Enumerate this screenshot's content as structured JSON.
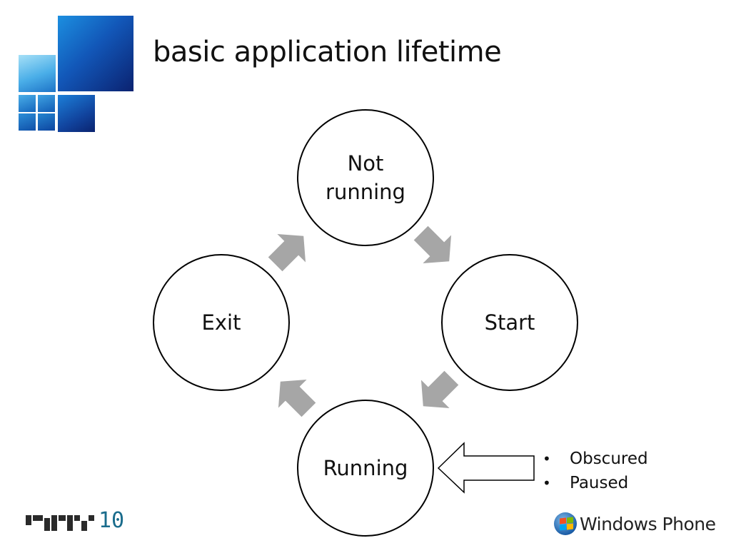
{
  "slide": {
    "title": "basic application lifetime"
  },
  "diagram": {
    "nodes": [
      {
        "id": "not-running",
        "label_line1": "Not",
        "label_line2": "running"
      },
      {
        "id": "start",
        "label": "Start"
      },
      {
        "id": "running",
        "label": "Running"
      },
      {
        "id": "exit",
        "label": "Exit"
      }
    ],
    "running_states": [
      "Obscured",
      "Paused"
    ]
  },
  "footer": {
    "event_logo_text": "10",
    "platform_logo_text": "Windows Phone"
  },
  "colors": {
    "tile_dark": "#0b2a7a",
    "tile_mid": "#1b6cc7",
    "tile_light": "#5cb8ea",
    "arrow_gray": "#a6a6a6",
    "mix_accent": "#1a6c8c"
  },
  "icons": {
    "header": "blue-tiles-logo-icon",
    "event": "mix10-logo-icon",
    "platform": "windows-flag-icon"
  }
}
